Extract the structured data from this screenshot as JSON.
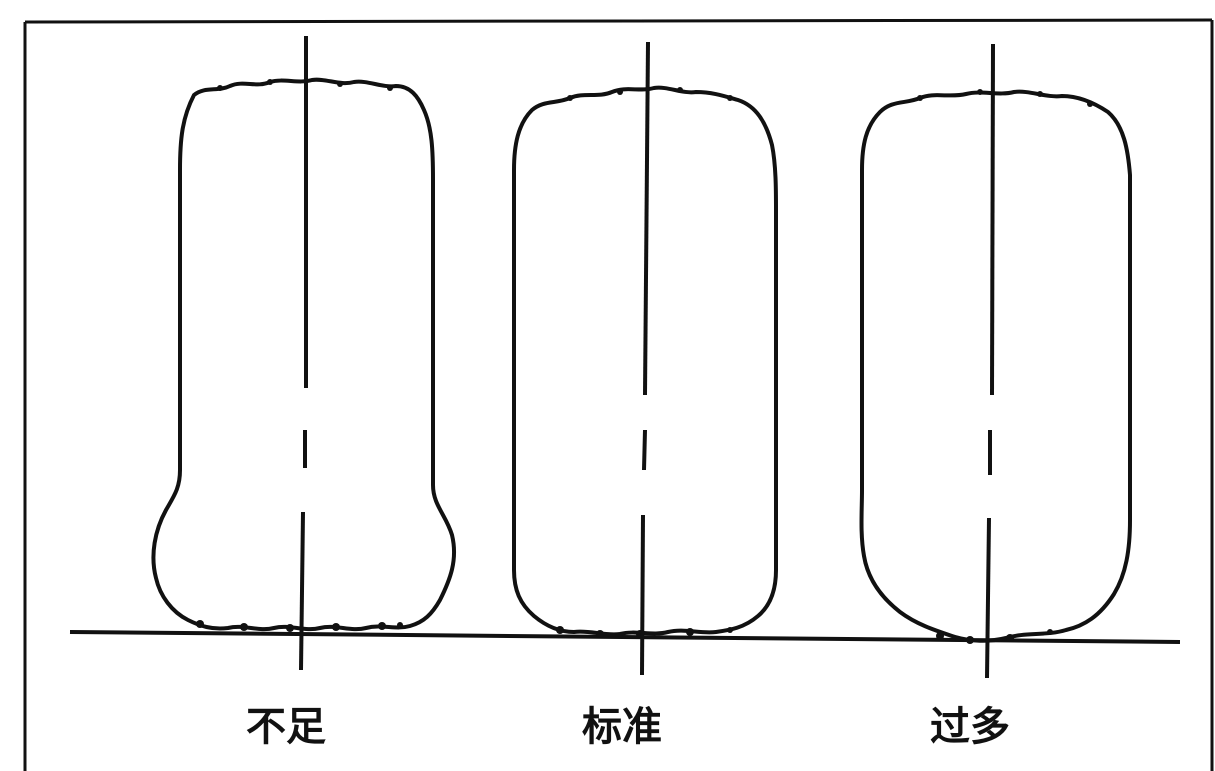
{
  "diagram": {
    "labels": {
      "underinflated": "不足",
      "standard": "标准",
      "overinflated": "过多"
    },
    "colors": {
      "stroke": "#111111",
      "background": "#ffffff"
    }
  }
}
